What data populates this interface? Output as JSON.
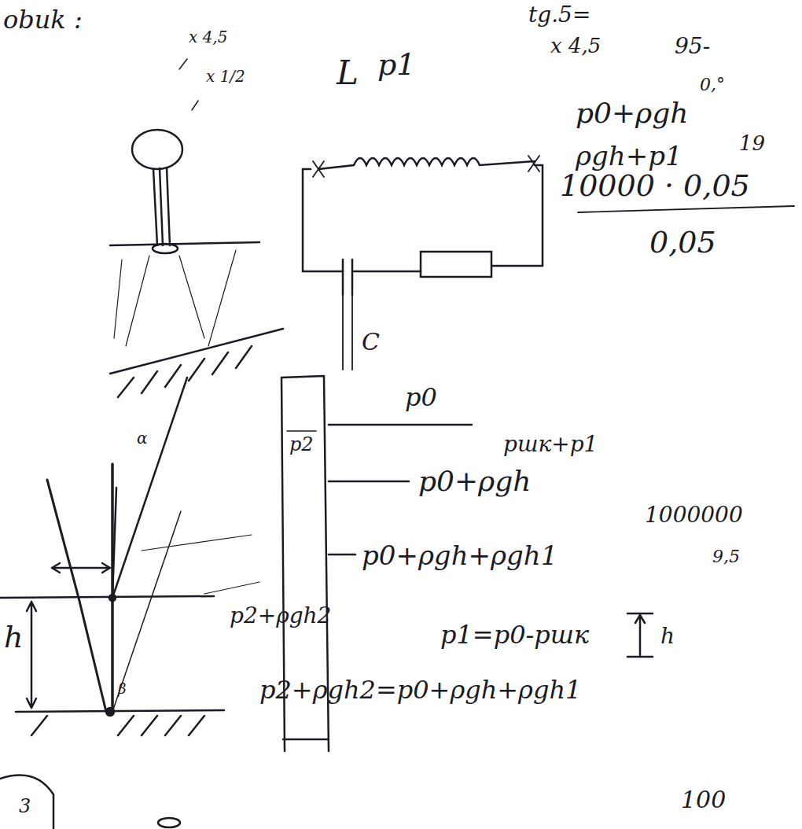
{
  "diagram": {
    "labels": [
      "obuk :",
      "x 4,5",
      "x 1/2",
      "L",
      "p1",
      "tg.5=",
      "x 4,5",
      "95-",
      "0,°",
      "C",
      "p0+ρgh",
      "ρgh+p1",
      "19",
      "10000 · 0,05",
      "0,05",
      "p0",
      "pшк+p1",
      "p2",
      "p0+ρgh",
      "1000000",
      "p0+ρgh+ρgh1",
      "9,5",
      "p2+ρgh2",
      "p1=p0-pшк",
      "h",
      "p2+ρgh2=p0+ρgh+ρgh1",
      "100",
      "h",
      "α",
      "β",
      "3"
    ]
  }
}
